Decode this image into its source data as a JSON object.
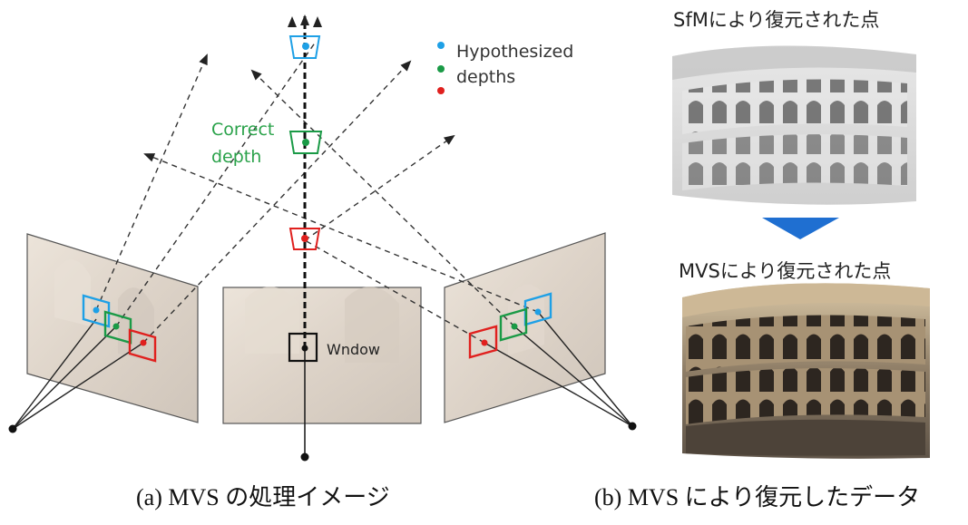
{
  "diagram": {
    "legend": {
      "line1": "Hypothesized",
      "line2": "depths",
      "colors": {
        "blue": "#1ea0e6",
        "green": "#1a9a46",
        "red": "#e0201e"
      }
    },
    "correct_depth": {
      "line1": "Correct",
      "line2": "depth",
      "color": "#2aa24a"
    },
    "window_label": "Wndow"
  },
  "right_panel": {
    "sfm_title": "SfMにより復元された点",
    "mvs_title": "MVSにより復元された点",
    "arrow_color": "#1f6fd1"
  },
  "captions": {
    "a": "(a) MVS の処理イメージ",
    "b": "(b) MVS により復元したデータ"
  }
}
